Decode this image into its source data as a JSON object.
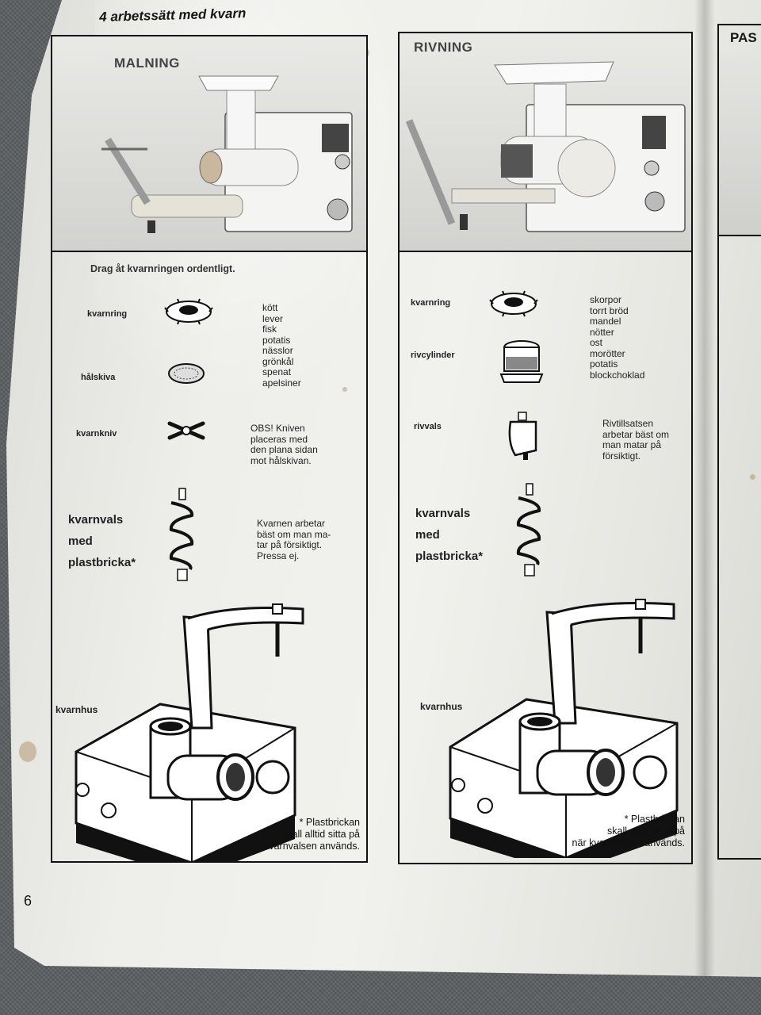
{
  "heading": "4 arbetssätt med kvarn",
  "page_number": "6",
  "left": {
    "title": "MALNING",
    "instruction": "Drag åt kvarnringen ordentligt.",
    "parts": [
      {
        "label": "kvarnring",
        "desc": "kött\nlever\nfisk\npotatis\nnässlor\ngrönkål\nspenat\napelsiner"
      },
      {
        "label": "hålskiva",
        "desc": ""
      },
      {
        "label": "kvarnkniv",
        "desc": "OBS! Kniven\nplaceras med\nden plana sidan\nmot hålskivan."
      },
      {
        "label": "kvarnvals\nmed\nplastbricka*",
        "desc": "Kvarnen arbetar\nbäst om man ma-\ntar på försiktigt.\nPressa ej."
      },
      {
        "label": "kvarnhus",
        "desc": ""
      }
    ],
    "note": "* Plastbrickan\nskall alltid sitta på\nnär kvarnvalsen används."
  },
  "middle": {
    "title": "RIVNING",
    "parts": [
      {
        "label": "kvarnring",
        "desc": "skorpor\ntorrt bröd\nmandel\nnötter\nost\nmorötter\npotatis\nblockchoklad"
      },
      {
        "label": "rivcylinder",
        "desc": ""
      },
      {
        "label": "rivvals",
        "desc": "Rivtillsatsen\narbetar bäst om\nman matar på\nförsiktigt."
      },
      {
        "label": "kvarnvals\nmed\nplastbricka*",
        "desc": ""
      },
      {
        "label": "kvarnhus",
        "desc": ""
      }
    ],
    "note": "* Plastbrickan\nskall alltid sitta på\nnär kvarnvalsen används."
  },
  "right": {
    "title": "PAS"
  }
}
